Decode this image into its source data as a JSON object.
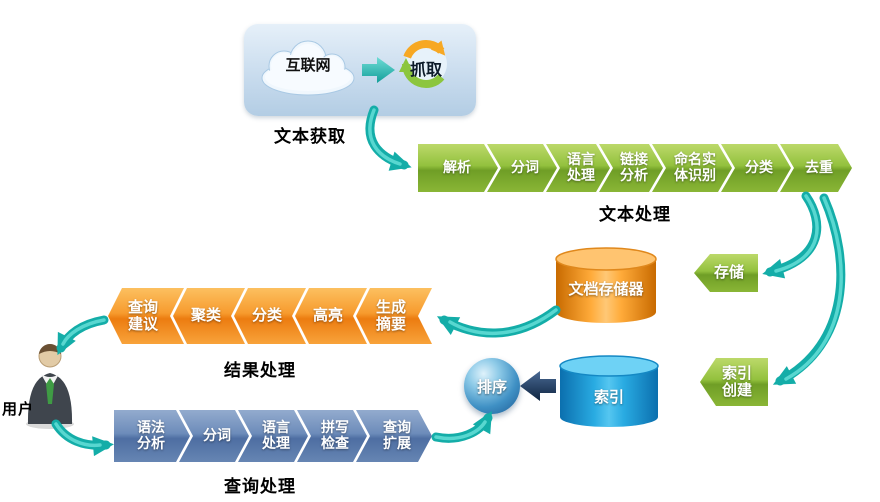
{
  "acquisition": {
    "internet_label": "互联网",
    "crawl_label": "抓取",
    "caption": "文本获取"
  },
  "text_processing": {
    "caption": "文本处理",
    "steps": [
      "解析",
      "分词",
      "语言\n处理",
      "链接\n分析",
      "命名实\n体识别",
      "分类",
      "去重"
    ]
  },
  "storage_flow": {
    "store_label": "存储",
    "doc_store_label": "文档存储器",
    "index_create_label": "索引\n创建",
    "index_label": "索引",
    "sort_label": "排序"
  },
  "result_processing": {
    "caption": "结果处理",
    "steps": [
      "查询\n建议",
      "聚类",
      "分类",
      "高亮",
      "生成\n摘要"
    ]
  },
  "query_processing": {
    "caption": "查询处理",
    "steps": [
      "语法\n分析",
      "分词",
      "语言\n处理",
      "拼写\n检查",
      "查询\n扩展"
    ]
  },
  "user": {
    "label": "用户"
  },
  "colors": {
    "teal_arrow": "#14ada8",
    "green_chevron": "#93c13e",
    "orange_chevron": "#f79b2e",
    "blue_chevron": "#6d8cba",
    "doc_store_orange": "#f7941d",
    "index_blue": "#29abe2",
    "sort_sphere_blue": "#3f90c4",
    "cloud_box_blue": "#c9dcee"
  }
}
